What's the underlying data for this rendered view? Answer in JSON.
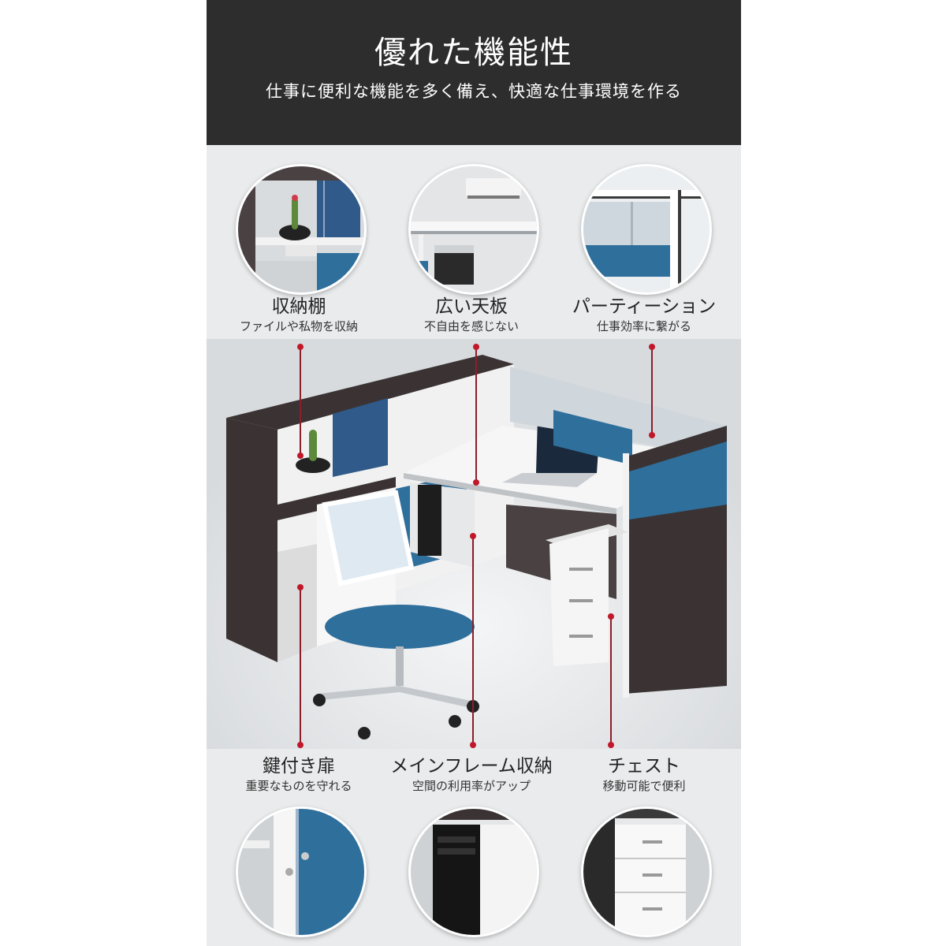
{
  "header": {
    "title": "優れた機能性",
    "subtitle": "仕事に便利な機能を多く備え、快適な仕事環境を作る"
  },
  "features_top": [
    {
      "title": "収納棚",
      "desc": "ファイルや私物を収納"
    },
    {
      "title": "広い天板",
      "desc": "不自由を感じない"
    },
    {
      "title": "パーティーション",
      "desc": "仕事効率に繋がる"
    }
  ],
  "features_bottom": [
    {
      "title": "鍵付き扉",
      "desc": "重要なものを守れる"
    },
    {
      "title": "メインフレーム収納",
      "desc": "空間の利用率がアップ"
    },
    {
      "title": "チェスト",
      "desc": "移動可能で便利"
    }
  ],
  "colors": {
    "header_bg": "#2d2d2d",
    "panel_bg": "#e9ebec",
    "accent_blue": "#2f6f9c",
    "frame_dark": "#3b3333",
    "marker_red": "#c0182a"
  },
  "icons": {
    "markers": "pointer-dot-icon"
  }
}
